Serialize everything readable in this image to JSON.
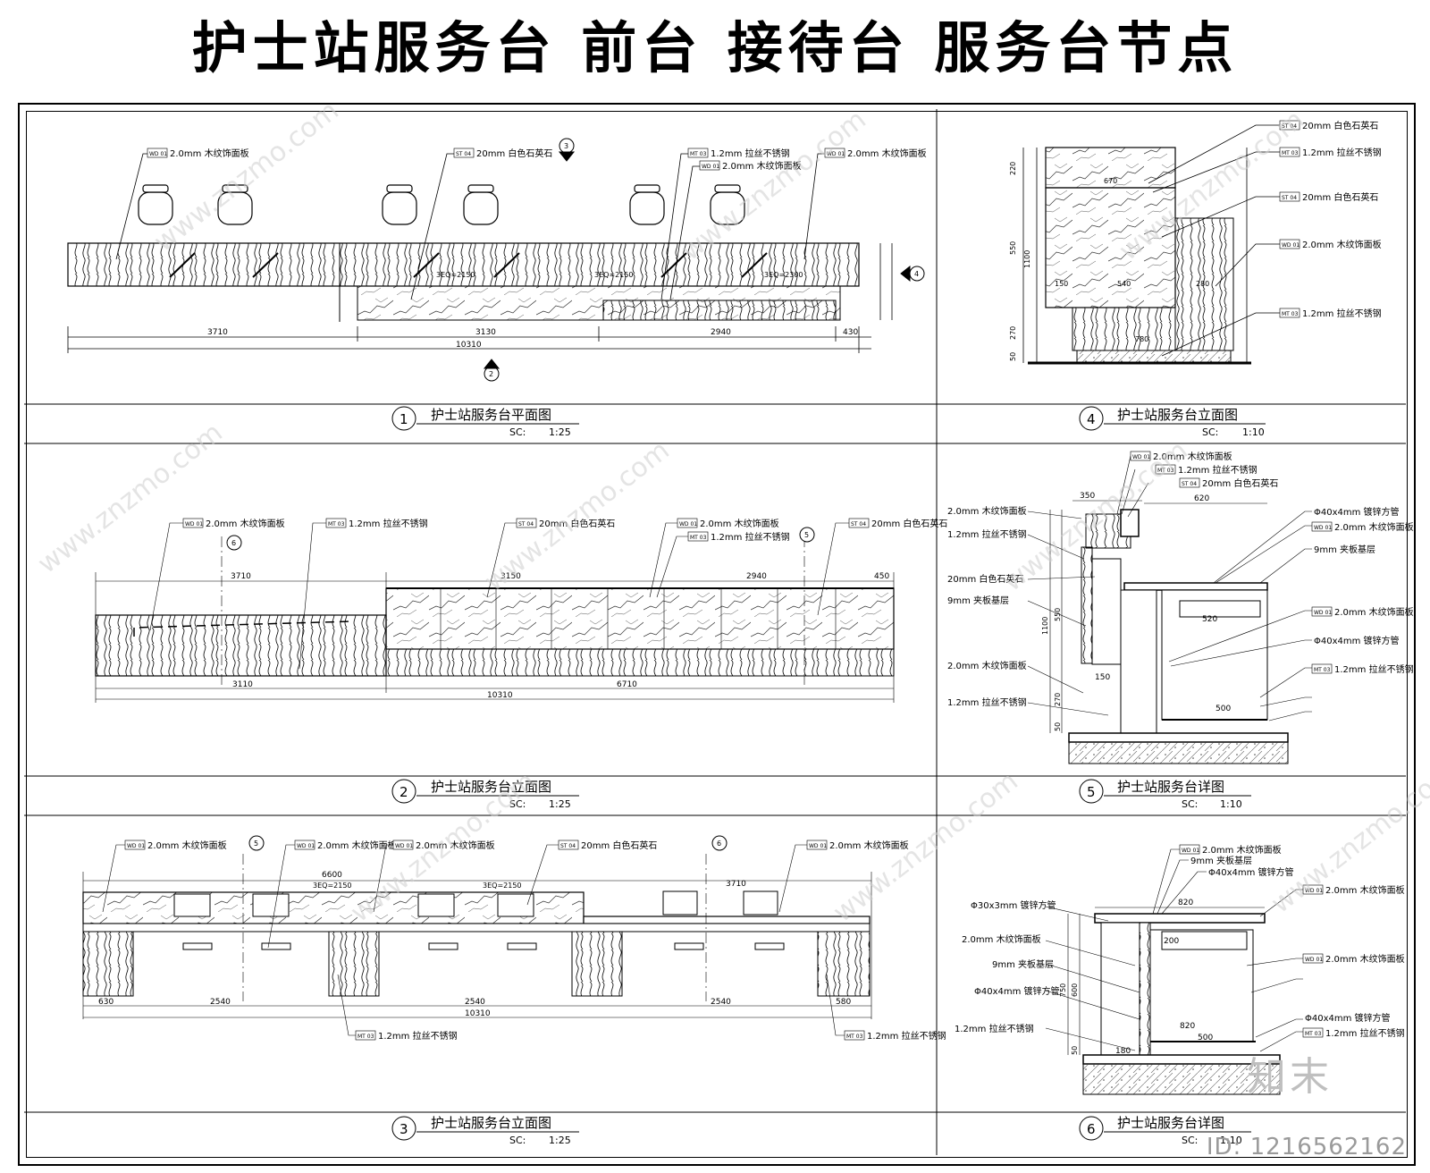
{
  "title": "护士站服务台  前台  接待台  服务台节点",
  "panels": [
    {
      "num": "1",
      "title": "护士站服务台平面图",
      "scale_label": "SC:",
      "scale": "1:25"
    },
    {
      "num": "4",
      "title": "护士站服务台立面图",
      "scale_label": "SC:",
      "scale": "1:10"
    },
    {
      "num": "2",
      "title": "护士站服务台立面图",
      "scale_label": "SC:",
      "scale": "1:25"
    },
    {
      "num": "5",
      "title": "护士站服务台详图",
      "scale_label": "SC:",
      "scale": "1:10"
    },
    {
      "num": "3",
      "title": "护士站服务台立面图",
      "scale_label": "SC:",
      "scale": "1:25"
    },
    {
      "num": "6",
      "title": "护士站服务台详图",
      "scale_label": "SC:",
      "scale": "1:10"
    }
  ],
  "tags": {
    "wd01": "WD 01",
    "st04": "ST 04",
    "mt03": "MT 03"
  },
  "notes": {
    "wood": "2.0mm 木纹饰面板",
    "stone": "20mm 白色石英石",
    "steel": "1.2mm 拉丝不锈钢",
    "board": "9mm 夹板基层",
    "tube": "Φ40x4mm 镀锌方管",
    "tube2": "Φ30x3mm 镀锌方管"
  },
  "dims": {
    "p1_bottom": [
      "3710",
      "3130",
      "2940",
      "430"
    ],
    "p1_total": "10310",
    "p1_eq": [
      "3EQ=2150",
      "3EQ=2150",
      "3EQ=2300"
    ],
    "p2_top": [
      "3710",
      "3150",
      "2940",
      "450"
    ],
    "p2_bottom": [
      "3110",
      "6710"
    ],
    "p2_total": "10310",
    "p3_top": [
      "6600",
      "3710"
    ],
    "p3_eq": [
      "3EQ=2150",
      "3EQ=2150"
    ],
    "p3_bottom": [
      "630",
      "2540",
      "2540",
      "2540",
      "580"
    ],
    "p3_total": "10310",
    "p4_side": [
      "220",
      "550",
      "270",
      "50",
      "1100"
    ],
    "p4_inner": [
      "670",
      "540",
      "280",
      "780",
      "150"
    ],
    "p5_top": [
      "350",
      "620"
    ],
    "p5_inner": [
      "520",
      "500",
      "150"
    ],
    "p5_side": [
      "1100",
      "550",
      "270",
      "50"
    ],
    "p6_top": [
      "820",
      "200"
    ],
    "p6_inner": [
      "820",
      "500",
      "180"
    ],
    "p6_side": [
      "750",
      "600",
      "50"
    ]
  },
  "watermark": "www.znzmo.com",
  "logo": "知末",
  "image_id": "ID: 1216562162"
}
